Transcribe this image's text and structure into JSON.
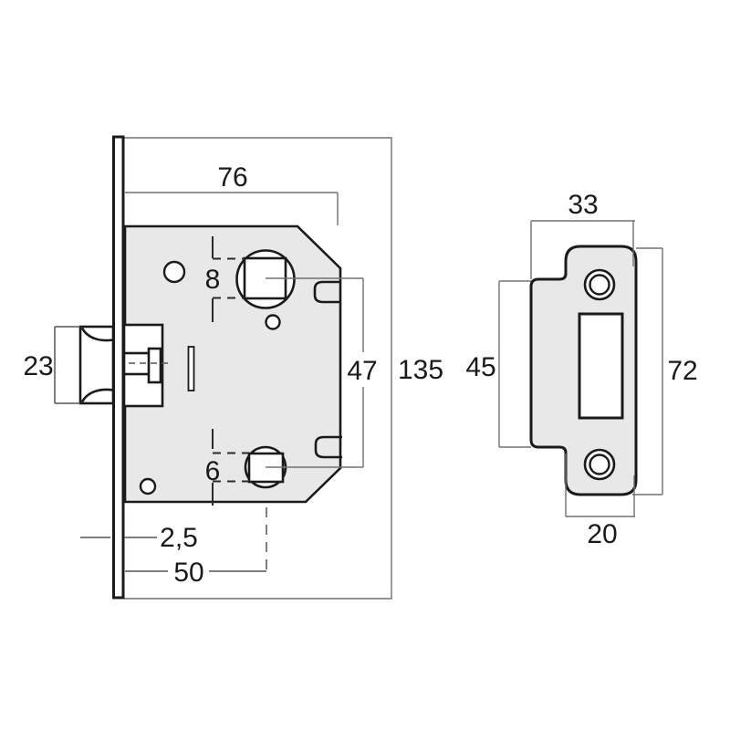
{
  "drawing": {
    "background": "#ffffff",
    "outline_color": "#1a1a1a",
    "dimension_color": "#707070",
    "fill_color": "#e8e8e8",
    "lock_body_view": {
      "dimensions": {
        "body_width": "76",
        "spindle_square": "8",
        "latch_bolt": "23",
        "follower_spacing": "47",
        "faceplate_height": "135",
        "bottom_square": "6",
        "faceplate_thickness": "2,5",
        "backset": "50"
      }
    },
    "strike_plate_view": {
      "dimensions": {
        "top_width": "33",
        "lip_height": "45",
        "plate_height": "72",
        "plate_width": "20"
      }
    }
  }
}
